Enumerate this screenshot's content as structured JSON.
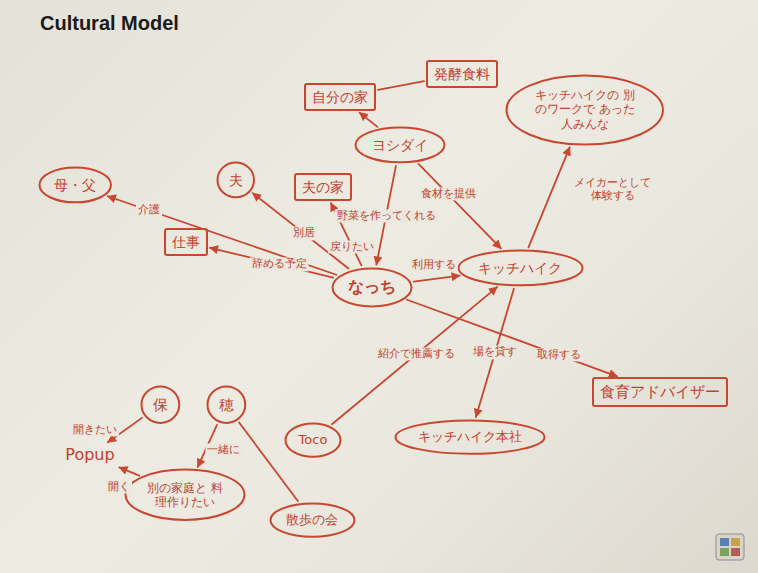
{
  "diagram": {
    "title": "Cultural Model",
    "nodes": [
      {
        "text": [
          "自分の家"
        ]
      },
      {
        "text": [
          "発酵食料"
        ]
      },
      {
        "text": [
          "キッチハイクの 別のワークで あった人みんな"
        ]
      },
      {
        "text": [
          "ヨシダイ"
        ]
      },
      {
        "text": [
          "母・父"
        ]
      },
      {
        "text": [
          "夫"
        ]
      },
      {
        "text": [
          "夫の家"
        ]
      },
      {
        "text": [
          "仕事"
        ]
      },
      {
        "text": [
          "なっち"
        ]
      },
      {
        "text": [
          "キッチハイク"
        ]
      },
      {
        "text": [
          "保"
        ]
      },
      {
        "text": [
          "穂"
        ]
      },
      {
        "text": [
          "Toco"
        ]
      },
      {
        "text": [
          "食育アドバイザー"
        ]
      },
      {
        "text": [
          "Popup"
        ]
      },
      {
        "text": [
          "別の家庭と 料理作りたい"
        ]
      },
      {
        "text": [
          "キッチハイク本社"
        ]
      },
      {
        "text": [
          "散歩の会"
        ]
      }
    ],
    "edges": [
      {
        "from": 0,
        "to": 1,
        "arrow": "none"
      },
      {
        "from": 3,
        "to": 0,
        "arrow": "to"
      },
      {
        "from": 8,
        "to": 4,
        "label": "介護",
        "arrow": "to"
      },
      {
        "from": 8,
        "to": 5,
        "label": "別居",
        "arrow": "to"
      },
      {
        "from": 8,
        "to": 6,
        "label": "戻りたい",
        "arrow": "to"
      },
      {
        "from": 8,
        "to": 7,
        "label": "辞める予定",
        "arrow": "to"
      },
      {
        "from": 3,
        "to": 8,
        "label": "野菜を作ってくれる",
        "arrow": "to"
      },
      {
        "from": 3,
        "to": 9,
        "label": "食材を提供",
        "arrow": "to"
      },
      {
        "from": 8,
        "to": 9,
        "label": "利用する",
        "arrow": "to"
      },
      {
        "from": 9,
        "to": 16,
        "label": "場を貸す",
        "arrow": "to"
      },
      {
        "from": 8,
        "to": 13,
        "label": "取得する",
        "arrow": "to"
      },
      {
        "from": 9,
        "to": 2,
        "label": "メイカーとして体験する",
        "arrow": "to"
      },
      {
        "from": 12,
        "to": 9,
        "label": "紹介で推薦する",
        "arrow": "to"
      },
      {
        "from": 10,
        "to": 14,
        "label": "開きたい",
        "arrow": "to"
      },
      {
        "from": 11,
        "to": 15,
        "label": "一緒に",
        "arrow": "to"
      },
      {
        "from": 15,
        "to": 14,
        "label": "開く",
        "arrow": "to"
      },
      {
        "from": 11,
        "to": 17,
        "arrow": "none"
      }
    ]
  }
}
